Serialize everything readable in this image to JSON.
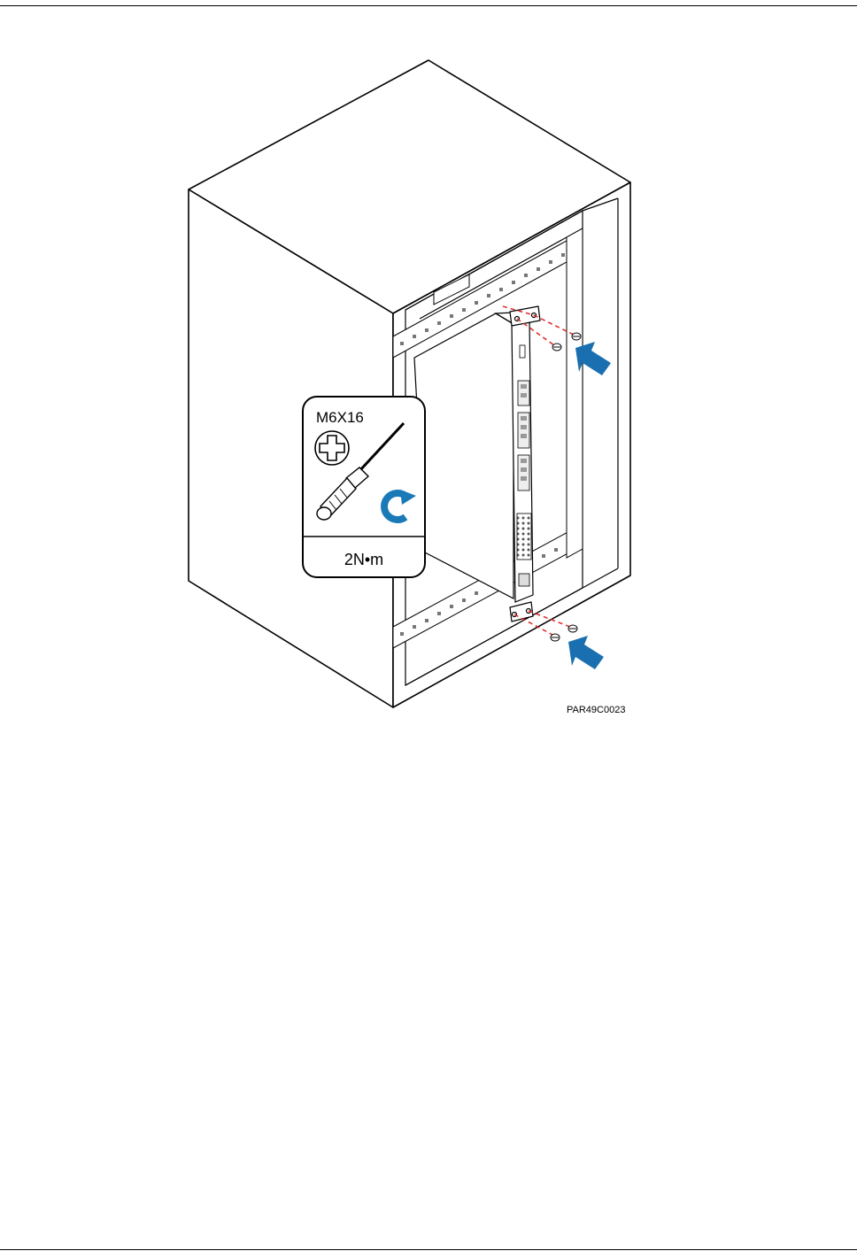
{
  "figure": {
    "callout": {
      "screw_spec": "M6X16",
      "torque": "2N•m",
      "icons": [
        "phillips-head-icon",
        "screwdriver-icon",
        "clockwise-rotate-icon"
      ]
    },
    "figure_code": "PAR49C0023",
    "colors": {
      "line": "#000000",
      "guide_dash": "#e0312e",
      "arrow": "#1a6fb0",
      "rotate": "#1a7ab8"
    }
  }
}
